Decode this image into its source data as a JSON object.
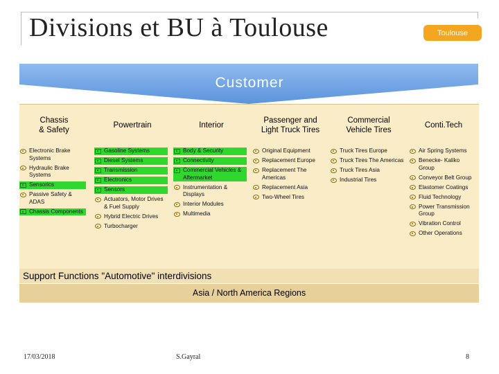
{
  "header": {
    "title": "Divisions et BU à Toulouse",
    "badge": "Toulouse"
  },
  "banner": {
    "label": "Customer"
  },
  "colors": {
    "arrow": "#6aa2e3",
    "badge": "#f4a621",
    "board": "#fbecc8",
    "highlight": "#2fd72f"
  },
  "columns": [
    {
      "title": "Chassis\n& Safety",
      "items": [
        {
          "text": "Electronic Brake Systems",
          "highlight": false
        },
        {
          "text": "Hydraulic Brake Systems",
          "highlight": false
        },
        {
          "text": "Sensorics",
          "highlight": true
        },
        {
          "text": "Passive Safety & ADAS",
          "highlight": false
        },
        {
          "text": "Chassis Components",
          "highlight": true
        }
      ]
    },
    {
      "title": "Powertrain",
      "items": [
        {
          "text": "Gasoline Systems",
          "highlight": true
        },
        {
          "text": "Diesel Systems",
          "highlight": true
        },
        {
          "text": "Transmission",
          "highlight": true
        },
        {
          "text": "Electronics",
          "highlight": true
        },
        {
          "text": "Sensors",
          "highlight": true
        },
        {
          "text": "Actuators, Motor Drives & Fuel Supply",
          "highlight": false
        },
        {
          "text": "Hybrid Electric Drives",
          "highlight": false
        },
        {
          "text": "Turbocharger",
          "highlight": false
        }
      ]
    },
    {
      "title": "Interior",
      "items": [
        {
          "text": "Body & Security",
          "highlight": true
        },
        {
          "text": "Connectivity",
          "highlight": true
        },
        {
          "text": "Commercial Vehicles & Aftermarket",
          "highlight": true
        },
        {
          "text": "Instrumentation & Displays",
          "highlight": false
        },
        {
          "text": "Interior Modules",
          "highlight": false
        },
        {
          "text": "Multimedia",
          "highlight": false
        }
      ]
    },
    {
      "title": "Passenger and\nLight Truck Tires",
      "items": [
        {
          "text": "Original Equipment",
          "highlight": false
        },
        {
          "text": "Replacement Europe",
          "highlight": false
        },
        {
          "text": "Replacement The Americas",
          "highlight": false
        },
        {
          "text": "Replacement Asia",
          "highlight": false
        },
        {
          "text": "Two-Wheel Tires",
          "highlight": false
        }
      ]
    },
    {
      "title": "Commercial\nVehicle Tires",
      "items": [
        {
          "text": "Truck Tires Europe",
          "highlight": false
        },
        {
          "text": "Truck Tires The Americas",
          "highlight": false
        },
        {
          "text": "Truck Tires Asia",
          "highlight": false
        },
        {
          "text": "Industrial Tires",
          "highlight": false
        }
      ]
    },
    {
      "title": "Conti.Tech",
      "items": [
        {
          "text": "Air Spring Systems",
          "highlight": false
        },
        {
          "text": "Benecke- Kaliko Group",
          "highlight": false
        },
        {
          "text": "Conveyor Belt Group",
          "highlight": false
        },
        {
          "text": "Elastomer Coatings",
          "highlight": false
        },
        {
          "text": "Fluid Technology",
          "highlight": false
        },
        {
          "text": "Power Transmission Group",
          "highlight": false
        },
        {
          "text": "Vibration Control",
          "highlight": false
        },
        {
          "text": "Other Operations",
          "highlight": false
        }
      ]
    }
  ],
  "support": {
    "label": "Support Functions \"Automotive\" interdivisions"
  },
  "regions": {
    "label": "Asia / North America Regions"
  },
  "footer": {
    "date": "17/03/2018",
    "author": "S.Gayral",
    "page": "8"
  }
}
